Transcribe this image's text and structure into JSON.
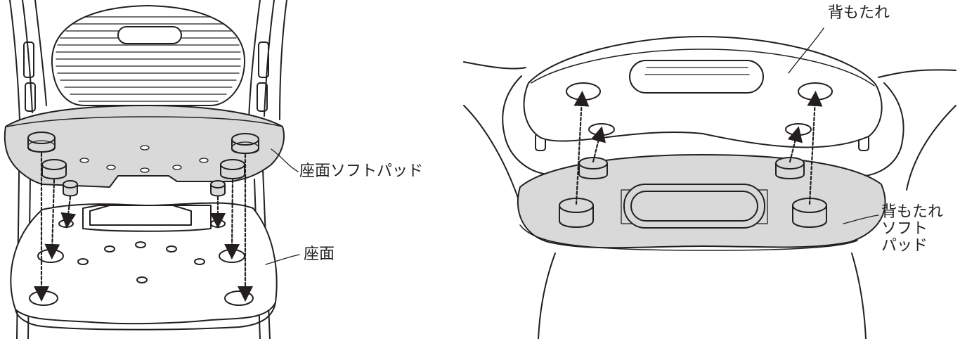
{
  "labels": {
    "seat_soft_pad": "座面ソフトパッド",
    "seat": "座面",
    "backrest": "背もたれ",
    "backrest_soft_pad_lines": [
      "背もたれ",
      "ソフト",
      "パッド"
    ]
  },
  "colors": {
    "line": "#231f20",
    "pad_fill": "#d9d9d9",
    "white": "#ffffff"
  }
}
